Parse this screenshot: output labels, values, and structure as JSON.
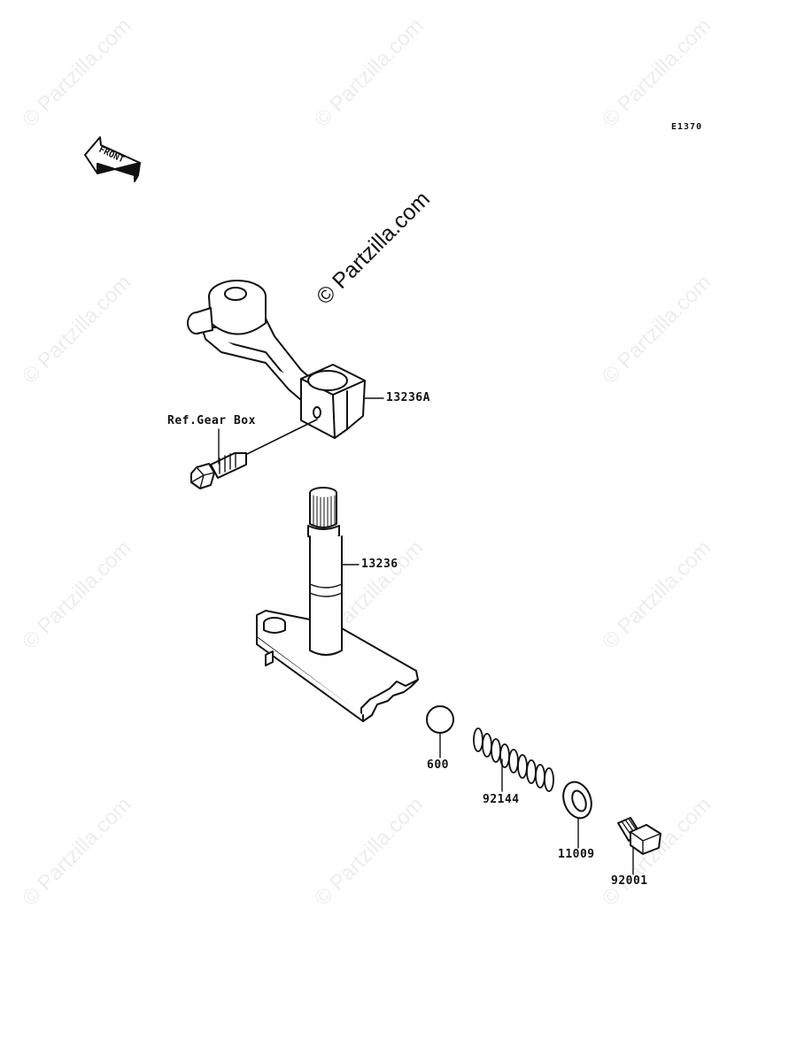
{
  "diagram_code": "E1370",
  "front_label": "FRONT",
  "watermark": "© Partzilla.com",
  "reference_label": "Ref.Gear Box",
  "parts": [
    {
      "id": "13236A"
    },
    {
      "id": "13236"
    },
    {
      "id": "600"
    },
    {
      "id": "92144"
    },
    {
      "id": "11009"
    },
    {
      "id": "92001"
    }
  ]
}
